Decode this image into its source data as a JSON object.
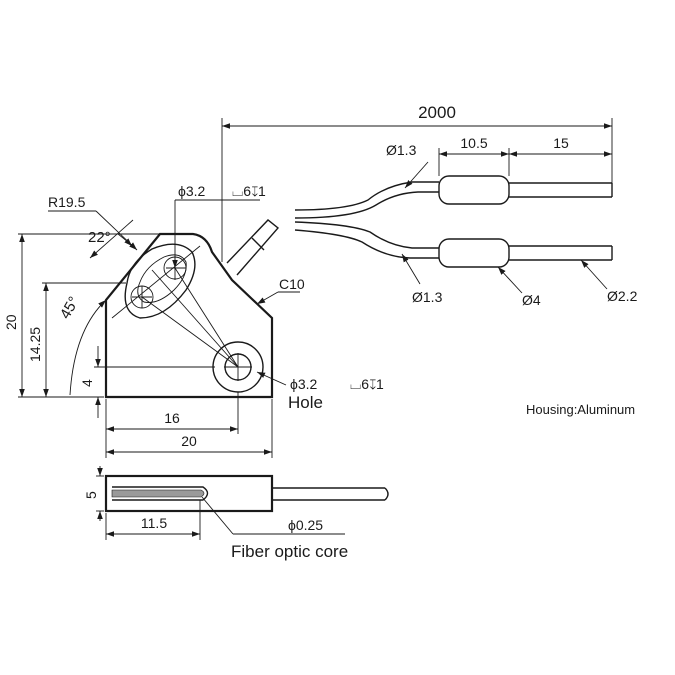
{
  "drawing": {
    "cable_length": "2000",
    "sleeve_length": "10.5",
    "tip_length": "15",
    "upper_cable_dia": "Ø1.3",
    "lower_cable_dia": "Ø1.3",
    "sleeve_dia": "Ø4",
    "tip_dia": "Ø2.2",
    "radius": "R19.5",
    "angle_22": "22°",
    "angle_45": "45°",
    "top_hole": "ϕ3.2",
    "top_hole_depth": "⌴6↧1",
    "bottom_hole": "ϕ3.2",
    "bottom_hole_depth": "⌴6↧1",
    "hole_label": "Hole",
    "chamfer": "C10",
    "height_total": "20",
    "height_1425": "14.25",
    "height_4": "4",
    "width_16": "16",
    "width_20": "20",
    "thickness": "5",
    "core_offset": "11.5",
    "core_dia": "ϕ0.25",
    "core_label": "Fiber optic core",
    "housing_note": "Housing:Aluminum"
  }
}
